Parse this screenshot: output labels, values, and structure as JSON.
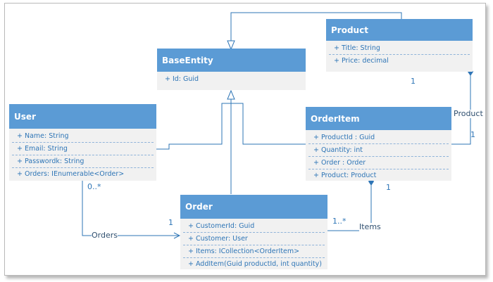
{
  "colors": {
    "header": "#5b9bd5",
    "body": "#f1f1f1",
    "line": "#2e75b6",
    "text": "#2e75b6"
  },
  "classes": {
    "product": {
      "name": "Product",
      "attributes": [
        "+ Title: String",
        "+ Price: decimal"
      ]
    },
    "base_entity": {
      "name": "BaseEntity",
      "attributes": [
        "+ Id: Guid"
      ]
    },
    "user": {
      "name": "User",
      "attributes": [
        "+ Name: String",
        "+ Email: String",
        "+ Passwordk: String",
        "+ Orders: IEnumerable<Order>"
      ]
    },
    "order_item": {
      "name": "OrderItem",
      "attributes": [
        "+ ProductId : Guid",
        "+ Quantity: int",
        "+ Order : Order",
        "+ Product: Product"
      ]
    },
    "order": {
      "name": "Order",
      "attributes": [
        "+ CustomerId: Guid",
        "+ Customer: User",
        "+ Items: ICollection<OrderItem>",
        "+ AddItem(Guid productId, int quantity)"
      ]
    }
  },
  "labels": {
    "product_mult": "1",
    "product_role": "Product",
    "orderitem_product_mult": "1",
    "orderitem_order_mult": "1",
    "user_mult": "0..*",
    "orders_role": "Orders",
    "order_user_mult": "1",
    "items_mult": "1..*",
    "items_role": "Items"
  }
}
